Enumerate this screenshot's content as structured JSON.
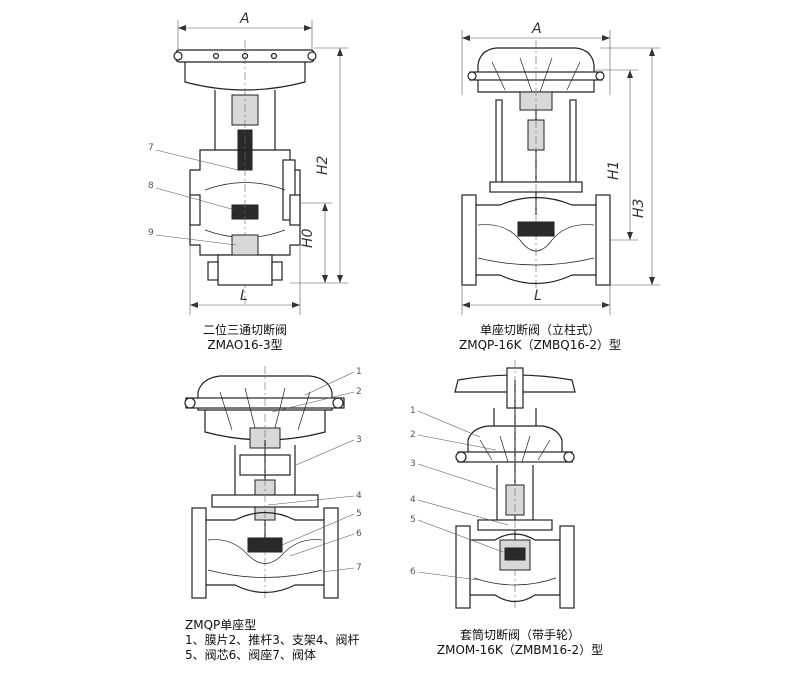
{
  "diagrams": [
    {
      "id": "zmao",
      "caption_line1": "二位三通切断阀",
      "caption_line2": "ZMAO16-3型",
      "dims": {
        "width": "A",
        "length": "L",
        "height_total": "H2",
        "height_center": "H0"
      },
      "leaders": [
        "7",
        "8",
        "9"
      ]
    },
    {
      "id": "zmqp-column",
      "caption_line1": "单座切断阀（立柱式）",
      "caption_line2": "ZMQP-16K（ZMBQ16-2）型",
      "dims": {
        "width": "A",
        "length": "L",
        "height_1": "H1",
        "height_3": "H3"
      }
    },
    {
      "id": "zmqp",
      "caption_line1": "ZMQP单座型",
      "caption_line2": "1、膜片2、推杆3、支架4、阀杆",
      "caption_line3": "5、阀芯6、阀座7、阀体",
      "leaders": [
        "1",
        "2",
        "3",
        "4",
        "5",
        "6",
        "7"
      ]
    },
    {
      "id": "zmom",
      "caption_line1": "套筒切断阀（带手轮）",
      "caption_line2": "ZMOM-16K（ZMBM16-2）型",
      "leaders": [
        "1",
        "2",
        "3",
        "4",
        "5",
        "6"
      ]
    }
  ]
}
